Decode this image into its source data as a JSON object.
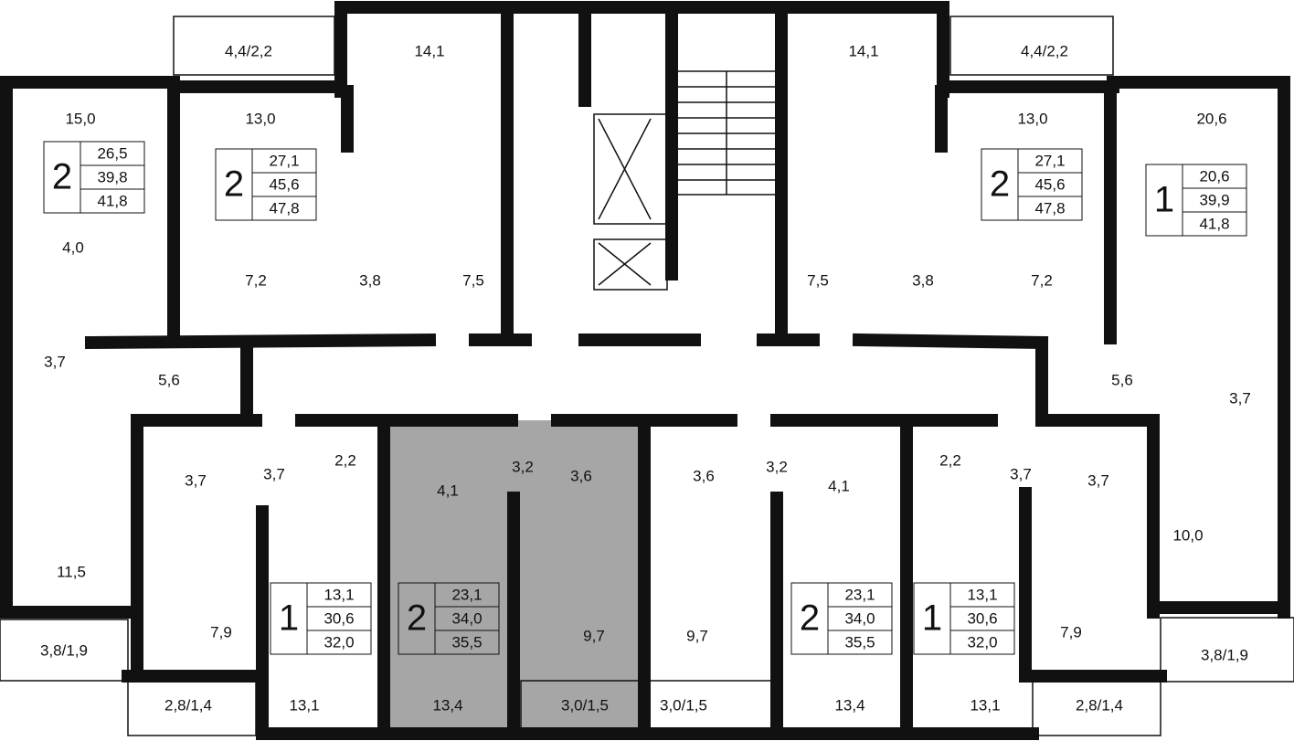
{
  "plan": {
    "highlight_color": "#a6a6a6",
    "rooms": [
      "4,4/2,2",
      "14,1",
      "14,1",
      "4,4/2,2",
      "15,0",
      "13,0",
      "13,0",
      "20,6",
      "4,0",
      "7,2",
      "3,8",
      "7,5",
      "7,5",
      "3,8",
      "7,2",
      "3,7",
      "5,6",
      "5,6",
      "3,7",
      "3,7",
      "3,7",
      "2,2",
      "4,1",
      "3,2",
      "3,6",
      "3,6",
      "3,2",
      "4,1",
      "2,2",
      "3,7",
      "3,7",
      "10,0",
      "11,5",
      "7,9",
      "9,7",
      "9,7",
      "7,9",
      "3,8/1,9",
      "3,8/1,9",
      "2,8/1,4",
      "13,1",
      "13,4",
      "3,0/1,5",
      "3,0/1,5",
      "13,4",
      "13,1",
      "2,8/1,4"
    ],
    "apartments": [
      {
        "rooms": "2",
        "living": "26,5",
        "total": "39,8",
        "total_with_balcony": "41,8"
      },
      {
        "rooms": "2",
        "living": "27,1",
        "total": "45,6",
        "total_with_balcony": "47,8"
      },
      {
        "rooms": "2",
        "living": "27,1",
        "total": "45,6",
        "total_with_balcony": "47,8"
      },
      {
        "rooms": "1",
        "living": "20,6",
        "total": "39,9",
        "total_with_balcony": "41,8"
      },
      {
        "rooms": "1",
        "living": "13,1",
        "total": "30,6",
        "total_with_balcony": "32,0"
      },
      {
        "rooms": "2",
        "living": "23,1",
        "total": "34,0",
        "total_with_balcony": "35,5",
        "highlighted": true
      },
      {
        "rooms": "2",
        "living": "23,1",
        "total": "34,0",
        "total_with_balcony": "35,5"
      },
      {
        "rooms": "1",
        "living": "13,1",
        "total": "30,6",
        "total_with_balcony": "32,0"
      }
    ]
  }
}
